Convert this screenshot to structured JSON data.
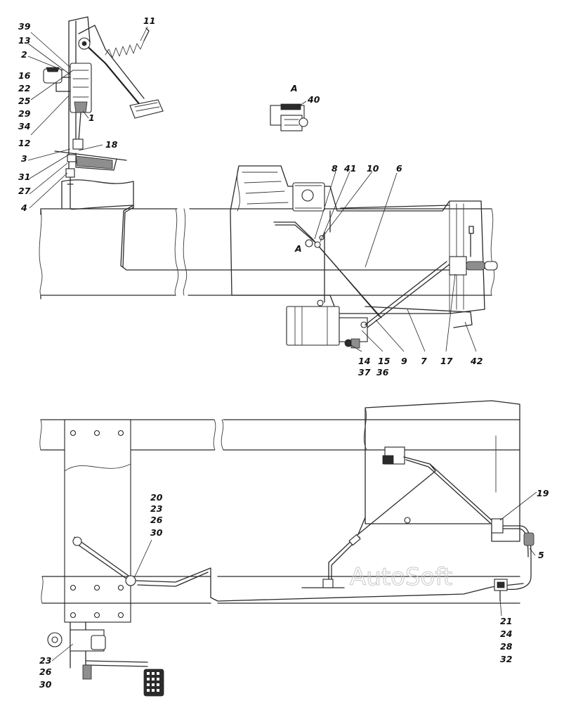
{
  "watermark": "AutoSoft",
  "view_label": "A",
  "callouts": {
    "c39": "39",
    "c13": "13",
    "c2": "2",
    "c16": "16",
    "c22": "22",
    "c25": "25",
    "c29": "29",
    "c34": "34",
    "c12": "12",
    "c3": "3",
    "c31": "31",
    "c27": "27",
    "c4": "4",
    "c11": "11",
    "c1": "1",
    "c18": "18",
    "c40": "40",
    "c8": "8",
    "c41": "41",
    "c10": "10",
    "c6": "6",
    "cA2": "A",
    "c14": "14",
    "c37": "37",
    "c15": "15",
    "c36": "36",
    "c9": "9",
    "c7": "7",
    "c17": "17",
    "c42": "42",
    "c20": "20",
    "c23": "23",
    "c26": "26",
    "c30": "30",
    "c19": "19",
    "c5": "5",
    "c21": "21",
    "c24": "24",
    "c28": "28",
    "c32": "32",
    "c23b": "23",
    "c26b": "26",
    "c30b": "30"
  },
  "colors": {
    "ink": "#222222",
    "paper": "#ffffff",
    "watermark": "#c9c9c9"
  }
}
